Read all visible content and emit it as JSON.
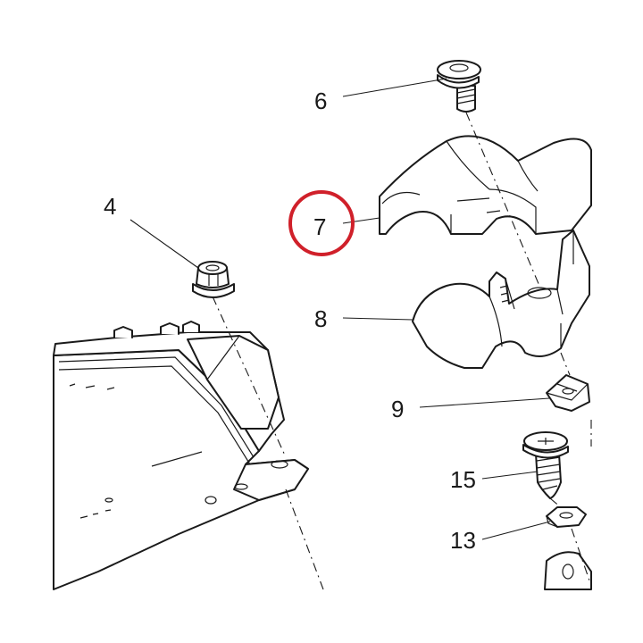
{
  "callouts": {
    "c4": "4",
    "c6": "6",
    "c7": "7",
    "c8": "8",
    "c9": "9",
    "c15": "15",
    "c13": "13"
  },
  "highlight": {
    "callout": "7",
    "color": "#d0202a"
  },
  "colors": {
    "line": "#1a1a1a",
    "background": "#ffffff"
  }
}
